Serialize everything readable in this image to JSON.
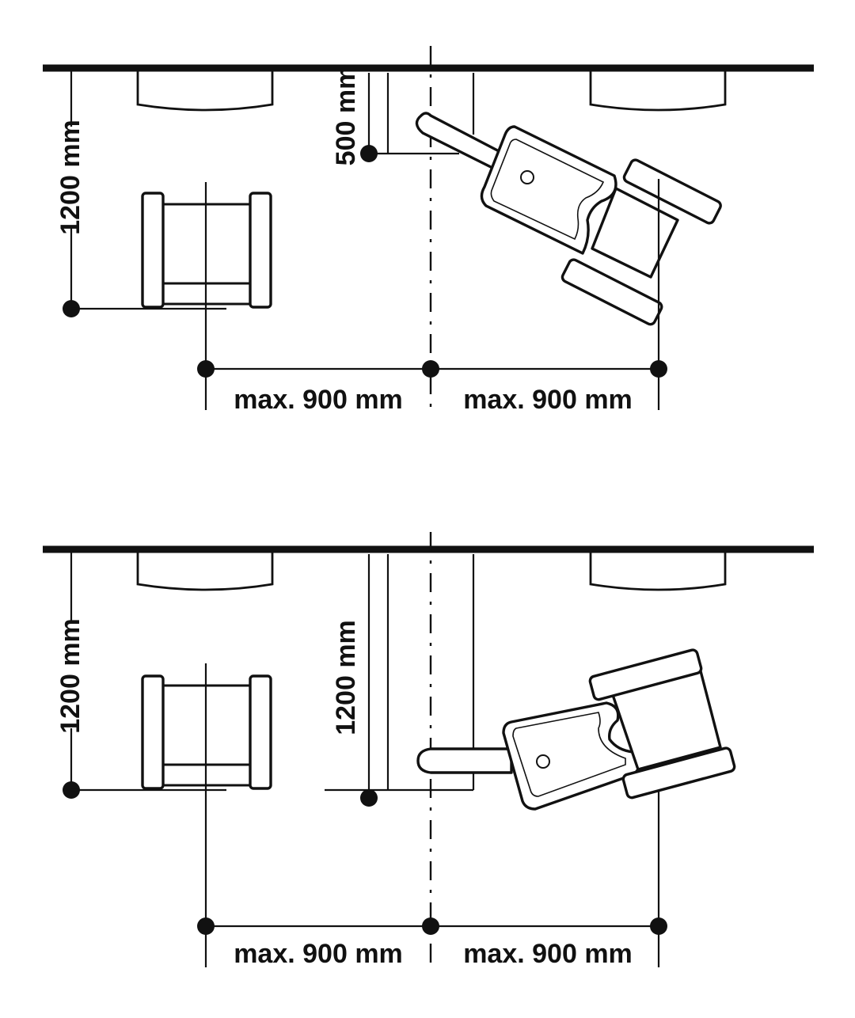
{
  "diagram": {
    "colors": {
      "ink": "#111111",
      "background": "#ffffff"
    },
    "top": {
      "dim_left_vertical": "1200 mm",
      "dim_wash_vertical": "500 mm",
      "dim_bottom_left": "max. 900 mm",
      "dim_bottom_right": "max. 900 mm"
    },
    "bottom": {
      "dim_left_vertical": "1200 mm",
      "dim_wash_vertical": "1200 mm",
      "dim_bottom_left": "max. 900 mm",
      "dim_bottom_right": "max. 900 mm"
    }
  }
}
